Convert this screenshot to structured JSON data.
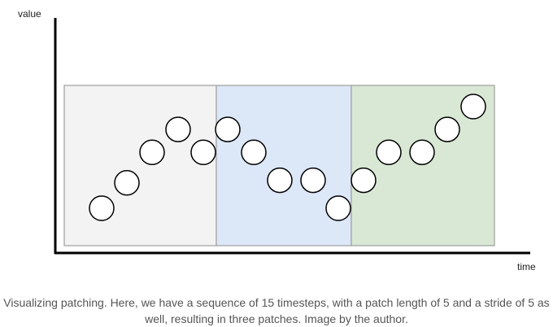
{
  "axes": {
    "y_label": "value",
    "x_label": "time"
  },
  "caption": "Visualizing patching. Here, we have a sequence of 15 timesteps, with a patch length of 5 and a stride of 5 as well, resulting in three patches. Image by the author.",
  "patches": [
    {
      "fill": "#f3f3f3",
      "stroke": "#9e9e9e"
    },
    {
      "fill": "#dce7f8",
      "stroke": "#9e9e9e"
    },
    {
      "fill": "#d8e8d4",
      "stroke": "#9e9e9e"
    }
  ],
  "chart_data": {
    "type": "scatter",
    "x": [
      1,
      2,
      3,
      4,
      5,
      6,
      7,
      8,
      9,
      10,
      11,
      12,
      13,
      14,
      15
    ],
    "y": [
      1.0,
      2.0,
      3.2,
      4.1,
      3.2,
      4.1,
      3.2,
      2.1,
      2.1,
      1.0,
      2.1,
      3.2,
      3.2,
      4.1,
      5.0
    ],
    "patch_length": 5,
    "stride": 5,
    "num_patches": 3,
    "xlabel": "time",
    "ylabel": "value",
    "grid": false
  }
}
